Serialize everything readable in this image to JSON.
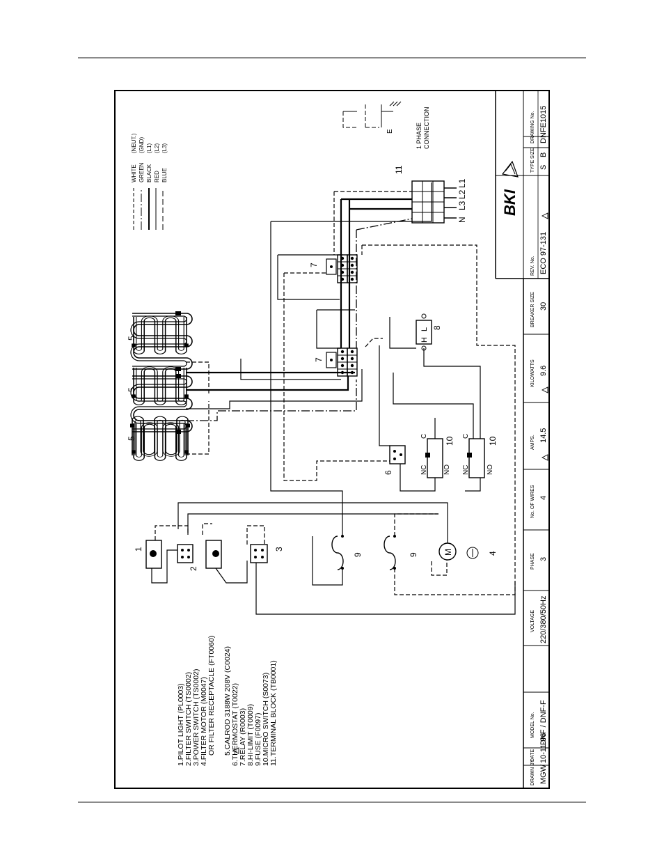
{
  "legend_parts": {
    "items": [
      "1.PILOT LIGHT (PL0003)",
      "2.FILTER SWITCH (TS0002)",
      "3.POWER SWITCH (TS0002)",
      "4.FILTER MOTOR (M0047)",
      "OR FILTER RECEPTACLE (FT0060)",
      "5.CALROD 3188W 208V (C0024)",
      "6.THERMOSTAT (T0022)",
      "7.RELAY (R0003)",
      "8.HI-LIMIT (T0009)",
      "9.FUSE (F0097)",
      "10.MICRO SWITCH (S0073)",
      "11.TERMINAL BLOCK (TB0001)"
    ]
  },
  "wire_legend": [
    {
      "label": "WHITE",
      "note": "(NEUT.)"
    },
    {
      "label": "GREEN",
      "note": "(GND)"
    },
    {
      "label": "BLACK",
      "note": "(L1)"
    },
    {
      "label": "RED",
      "note": "(L2)"
    },
    {
      "label": "BLUE",
      "note": "(L3)"
    }
  ],
  "connection": {
    "label_line1": "1 PHASE",
    "label_line2": "CONNECTION",
    "ground": "E"
  },
  "terminal_labels": [
    "N",
    "L3",
    "L2",
    "L1"
  ],
  "component_numbers": {
    "n1": "1",
    "n2": "2",
    "n3": "3",
    "n4": "4",
    "n5a": "5",
    "n5b": "5",
    "n5c": "5",
    "n6": "6",
    "n7a": "7",
    "n7b": "7",
    "n8": "8",
    "n9a": "9",
    "n9b": "9",
    "n10a": "10",
    "n10b": "10",
    "n11": "11"
  },
  "switch_labels": {
    "nc": "NC",
    "no": "NO",
    "c": "C",
    "m": "M",
    "hi": "H",
    "lo": "L"
  },
  "title_block": {
    "drawn_by": {
      "header": "DRAWN BY",
      "value": "MGW"
    },
    "date": {
      "header": "DATE",
      "value": "10-11-96"
    },
    "model": {
      "header": "MODEL No.",
      "value": "DNF / DNF-F"
    },
    "voltage": {
      "header": "VOLTAGE",
      "value": "220/380/50Hz"
    },
    "phase": {
      "header": "PHASE",
      "value": "3"
    },
    "wires": {
      "header": "No. OF WIRES",
      "value": "4"
    },
    "amps": {
      "header": "AMPS.",
      "value": "14.5"
    },
    "kilowatts": {
      "header": "KILOWATTS",
      "value": "9.6"
    },
    "breaker": {
      "header": "BREAKER SIZE",
      "value": "30"
    },
    "rev": {
      "header": "REV. No.",
      "value": "ECO 97-131"
    },
    "type": {
      "header": "TYPE",
      "value": "S"
    },
    "size": {
      "header": "SIZE",
      "value": "B"
    },
    "drawing": {
      "header": "DRAWING No.",
      "value": "DNFE1015"
    },
    "brand": "BKI"
  }
}
